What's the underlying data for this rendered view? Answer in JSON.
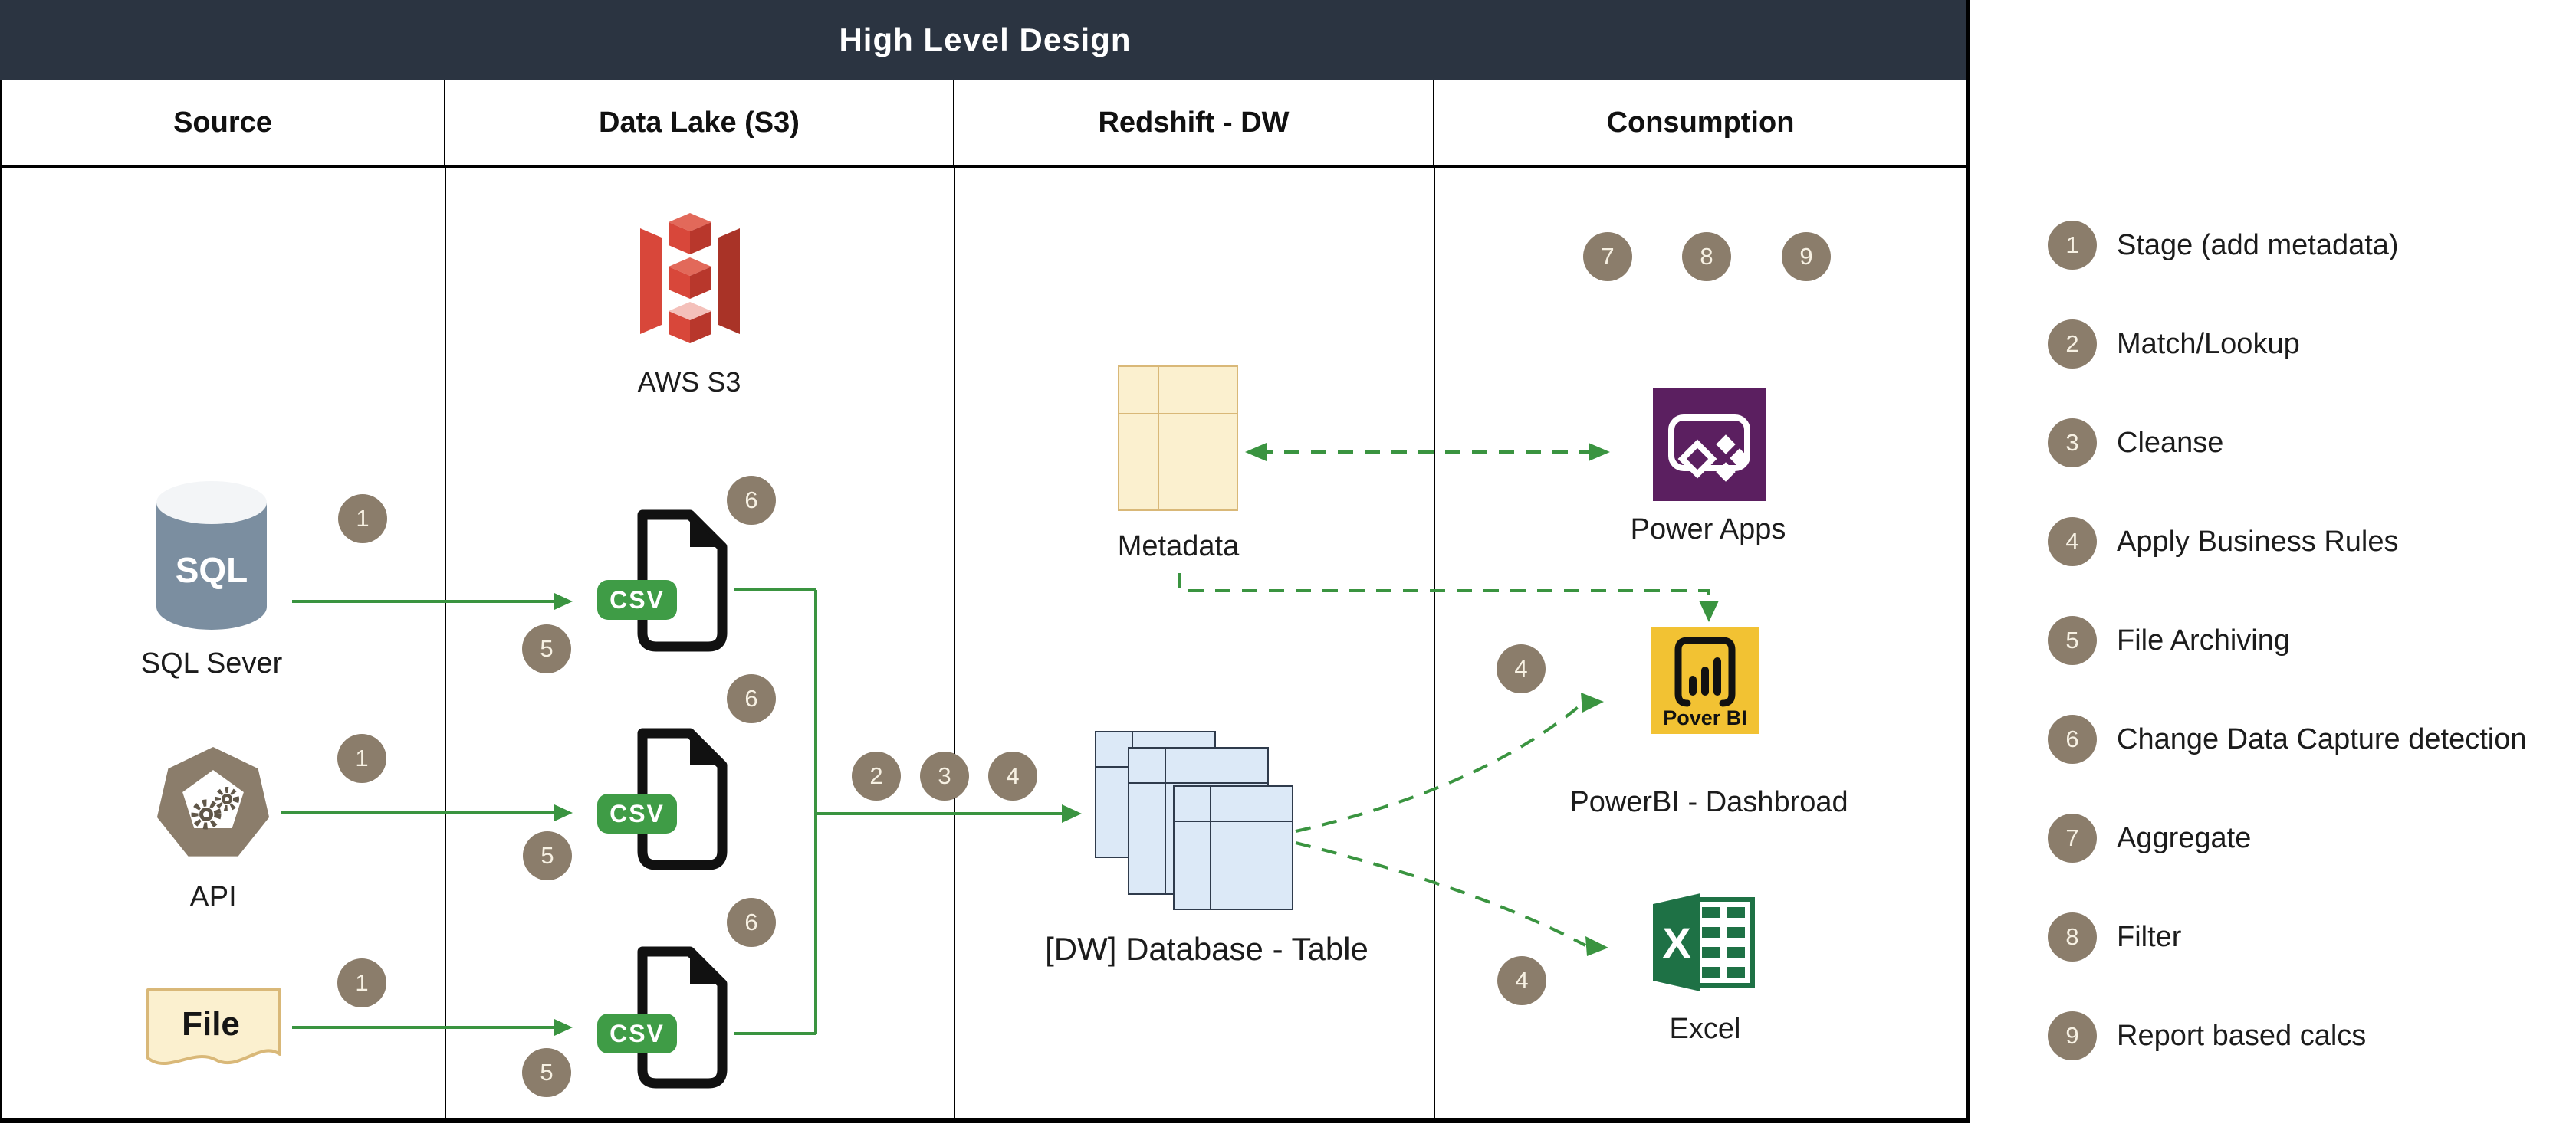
{
  "title": "High Level Design",
  "columns": [
    {
      "label": "Source"
    },
    {
      "label": "Data Lake (S3)"
    },
    {
      "label": "Redshift - DW"
    },
    {
      "label": "Consumption"
    }
  ],
  "nodes": {
    "sql_server": {
      "label": "SQL Sever",
      "icon_text": "SQL"
    },
    "api": {
      "label": "API"
    },
    "file": {
      "label": "File"
    },
    "aws_s3": {
      "label": "AWS S3"
    },
    "csv_badge": "CSV",
    "metadata": {
      "label": "Metadata"
    },
    "dw_table": {
      "label": "[DW] Database - Table"
    },
    "power_apps": {
      "label": "Power Apps"
    },
    "power_bi": {
      "label": "PowerBI - Dashbroad",
      "icon_text": "Pover BI"
    },
    "excel": {
      "label": "Excel",
      "icon_letter": "X"
    }
  },
  "markers": {
    "sql_stage": "1",
    "sql_archive": "5",
    "api_stage": "1",
    "api_archive": "5",
    "file_stage": "1",
    "file_archive": "5",
    "csv1_cdc": "6",
    "csv2_cdc": "6",
    "csv3_cdc": "6",
    "match": "2",
    "cleanse": "3",
    "rules": "4",
    "aggregate": "7",
    "filter": "8",
    "report": "9",
    "powerbi_rules": "4",
    "excel_rules": "4"
  },
  "legend": [
    {
      "num": "1",
      "label": "Stage (add metadata)"
    },
    {
      "num": "2",
      "label": "Match/Lookup"
    },
    {
      "num": "3",
      "label": "Cleanse"
    },
    {
      "num": "4",
      "label": "Apply Business Rules"
    },
    {
      "num": "5",
      "label": "File Archiving"
    },
    {
      "num": "6",
      "label": "Change Data Capture detection"
    },
    {
      "num": "7",
      "label": "Aggregate"
    },
    {
      "num": "8",
      "label": "Filter"
    },
    {
      "num": "9",
      "label": "Report based calcs"
    }
  ],
  "colors": {
    "title_bar": "#2b3441",
    "marker": "#8b7d6b",
    "connector_green": "#3a9440",
    "csv_green": "#3f9c46",
    "s3_red": "#d8473a",
    "powerapps_purple": "#5b1f60",
    "powerbi_yellow": "#f2c233",
    "excel_green": "#1e7145",
    "paper_fill": "#fbf0cf",
    "paper_border": "#d9b878",
    "table_blue": "#dce9f7"
  }
}
